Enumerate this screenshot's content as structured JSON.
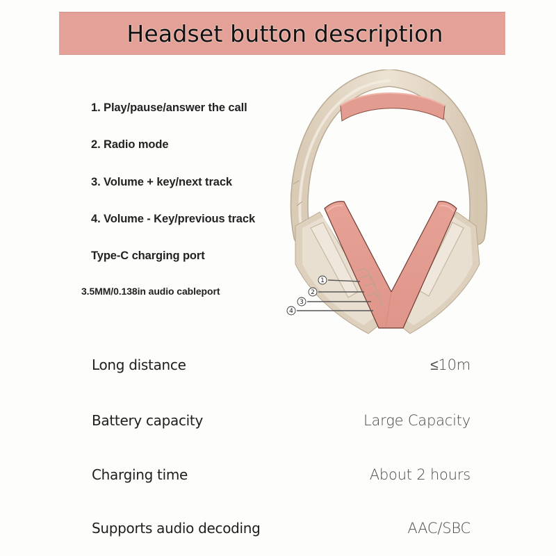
{
  "header": {
    "title": "Headset button description",
    "banner_color": "#e3a197"
  },
  "buttons": {
    "items": [
      {
        "label": "1. Play/pause/answer the call"
      },
      {
        "label": "2. Radio mode"
      },
      {
        "label": "3. Volume + key/next track"
      },
      {
        "label": "4. Volume - Key/previous track"
      },
      {
        "label": "Type-C charging port"
      },
      {
        "label": "3.5MM/0.138in audio cableport"
      }
    ]
  },
  "diagram": {
    "callouts": [
      "①",
      "②",
      "③",
      "④"
    ],
    "colors": {
      "shell": "#e8dccb",
      "shell_shadow": "#cdbfa9",
      "cushion": "#e39c90",
      "cushion_dark": "#c9776c"
    }
  },
  "specs": {
    "rows": [
      {
        "label": "Long distance",
        "value": "≤10m"
      },
      {
        "label": "Battery capacity",
        "value": "Large Capacity"
      },
      {
        "label": "Charging time",
        "value": "About 2 hours"
      },
      {
        "label": "Supports audio decoding",
        "value": "AAC/SBC"
      }
    ]
  }
}
